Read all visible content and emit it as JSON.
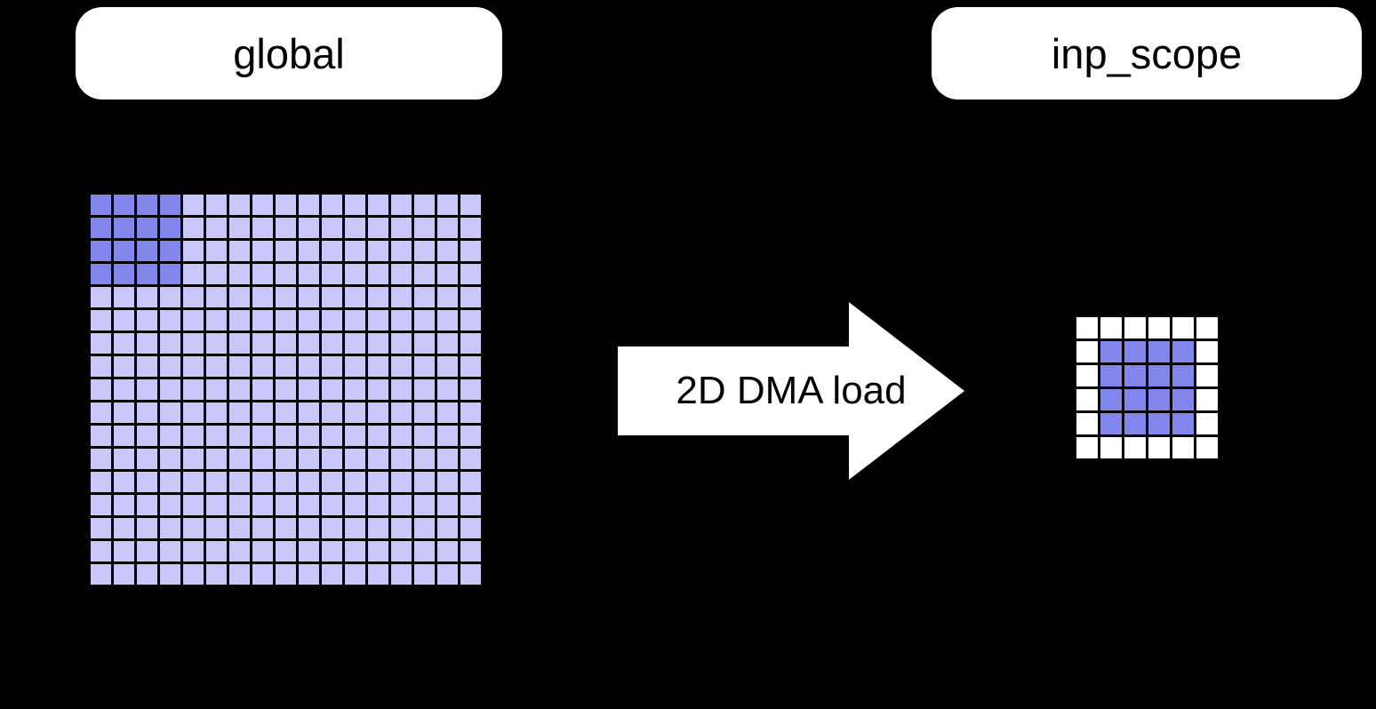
{
  "labels": {
    "source": "global",
    "dest": "inp_scope",
    "arrow": "2D DMA load"
  },
  "colors": {
    "background": "#000000",
    "pill_bg": "#ffffff",
    "pill_text": "#000000",
    "arrow_fill": "#ffffff",
    "arrow_text": "#000000",
    "grid_line": "#000000"
  },
  "global_grid": {
    "rows": 17,
    "cols": 17,
    "cell_size": 23,
    "gap": 3,
    "base_color": "#c8c9fa",
    "highlight": {
      "row_start": 0,
      "col_start": 0,
      "rows": 4,
      "cols": 4,
      "color": "#8286ec"
    }
  },
  "scope_grid": {
    "rows": 6,
    "cols": 6,
    "cell_size": 24,
    "gap": 3,
    "base_color": "#ffffff",
    "highlight": {
      "row_start": 1,
      "col_start": 1,
      "rows": 4,
      "cols": 4,
      "color": "#8286ec"
    }
  }
}
